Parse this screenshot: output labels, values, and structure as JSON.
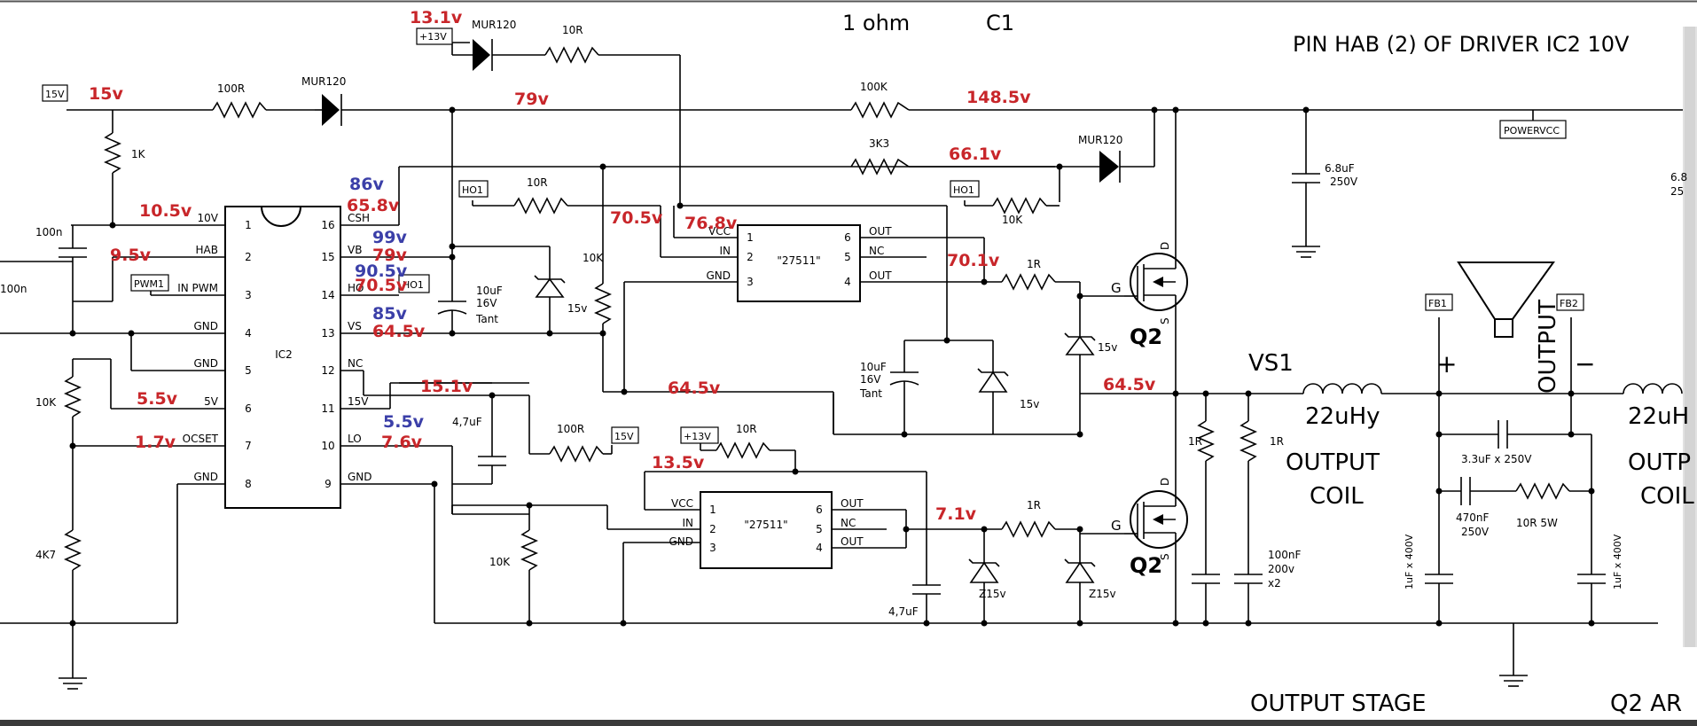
{
  "header": {
    "title_main": "1 ohm",
    "title_c1": "C1",
    "pin_note": "PIN HAB (2) OF DRIVER IC2 10V"
  },
  "tags": {
    "v15": "15V",
    "v13": "+13V",
    "v13b": "+13V",
    "ho1a": "HO1",
    "ho1b": "HO1",
    "ho1c": "HO1",
    "pwm1": "PWM1",
    "v15b": "15V",
    "powervcc": "POWERVCC",
    "fb1": "FB1",
    "fb2": "FB2"
  },
  "ic2": {
    "name": "IC2",
    "left_pins": [
      {
        "num": "1",
        "name": "10V"
      },
      {
        "num": "2",
        "name": "HAB"
      },
      {
        "num": "3",
        "name": "IN PWM"
      },
      {
        "num": "4",
        "name": "GND"
      },
      {
        "num": "5",
        "name": "GND"
      },
      {
        "num": "6",
        "name": "5V"
      },
      {
        "num": "7",
        "name": "OCSET"
      },
      {
        "num": "8",
        "name": "GND"
      }
    ],
    "right_pins": [
      {
        "num": "16",
        "name": "CSH"
      },
      {
        "num": "15",
        "name": "VB"
      },
      {
        "num": "14",
        "name": "HO"
      },
      {
        "num": "13",
        "name": "VS"
      },
      {
        "num": "12",
        "name": "NC"
      },
      {
        "num": "11",
        "name": "15V"
      },
      {
        "num": "10",
        "name": "LO"
      },
      {
        "num": "9",
        "name": "GND"
      }
    ]
  },
  "driver_top": {
    "name": "\"27511\"",
    "pins_left": [
      {
        "n": "1",
        "l": "VCC"
      },
      {
        "n": "2",
        "l": "IN"
      },
      {
        "n": "3",
        "l": "GND"
      }
    ],
    "pins_right": [
      {
        "n": "6",
        "l": "OUT"
      },
      {
        "n": "5",
        "l": "NC"
      },
      {
        "n": "4",
        "l": "OUT"
      }
    ]
  },
  "driver_bot": {
    "name": "\"27511\"",
    "pins_left": [
      {
        "n": "1",
        "l": "VCC"
      },
      {
        "n": "2",
        "l": "IN"
      },
      {
        "n": "3",
        "l": "GND"
      }
    ],
    "pins_right": [
      {
        "n": "6",
        "l": "OUT"
      },
      {
        "n": "5",
        "l": "NC"
      },
      {
        "n": "4",
        "l": "OUT"
      }
    ]
  },
  "components": {
    "r100r": "100R",
    "mur120a": "MUR120",
    "mur120b": "MUR120",
    "mur120c": "MUR120",
    "r10r_top": "10R",
    "r100k": "100K",
    "r3k3": "3K3",
    "r1k": "1K",
    "c100n": "100n",
    "c100n_left": "100n",
    "r10r_mid": "10R",
    "r10k_mid": "10K",
    "r10k_ho1": "10K",
    "c10uf": "10uF",
    "c10uf_v": "16V",
    "c10uf_t": "Tant",
    "z15a": "15v",
    "z15b": "15v",
    "z15c": "15v",
    "r1r_top": "1R",
    "r10k_left": "10K",
    "r4k7": "4K7",
    "c47a": "4,7uF",
    "r100r_b": "100R",
    "r10r_b": "10R",
    "r10k_b": "10K",
    "c47b": "4,7uF",
    "r1r_bot": "1R",
    "z15d": "Z15v",
    "z15e": "Z15v",
    "c10uf2": "10uF",
    "c10uf2_v": "16V",
    "c10uf2_t": "Tant",
    "c68": "6.8uF",
    "c68v": "250V",
    "c68b": "6.8",
    "c68bv": "25",
    "r1r_a": "1R",
    "r1r_b": "1R",
    "c100nf": "100nF",
    "c100nf_v": "200v",
    "c100nf_x": "x2",
    "c33": "3.3uF x 250V",
    "c470": "470nF",
    "c470v": "250V",
    "r10r5w": "10R 5W",
    "c1uf_a": "1uF x 400V",
    "c1uf_b": "1uF x 400V",
    "q2_top": "Q2",
    "q2_bot": "Q2",
    "g_top": "G",
    "g_bot": "G",
    "d": "D",
    "s": "S",
    "vs1": "VS1",
    "l1": "22uHy",
    "l2": "22uH",
    "coil1a": "OUTPUT",
    "coil1b": "COIL",
    "coil2a": "OUTP",
    "coil2b": "COIL",
    "output": "OUTPUT",
    "plus": "+",
    "minus": "−"
  },
  "voltages": {
    "v13_1": "13.1v",
    "v15": "15v",
    "v79": "79v",
    "v148": "148.5v",
    "v66": "66.1v",
    "v10_5": "10.5v",
    "v9_5": "9.5v",
    "v86": "86v",
    "v65_8": "65.8v",
    "v99": "99v",
    "v79b": "79v",
    "v90_5": "90.5v",
    "v70_5a": "70.5v",
    "v85": "85v",
    "v64_5a": "64.5v",
    "v70_5b": "70.5v",
    "v76_8": "76.8v",
    "v70_1": "70.1v",
    "v64_5b": "64.5v",
    "v64_5c": "64.5v",
    "v5_5a": "5.5v",
    "v1_7": "1.7v",
    "v15_1": "15.1v",
    "v5_5b": "5.5v",
    "v7_6": "7.6v",
    "v13_5": "13.5v",
    "v7_1": "7.1v"
  },
  "footer": {
    "stage": "OUTPUT STAGE",
    "q2": "Q2 AR"
  }
}
